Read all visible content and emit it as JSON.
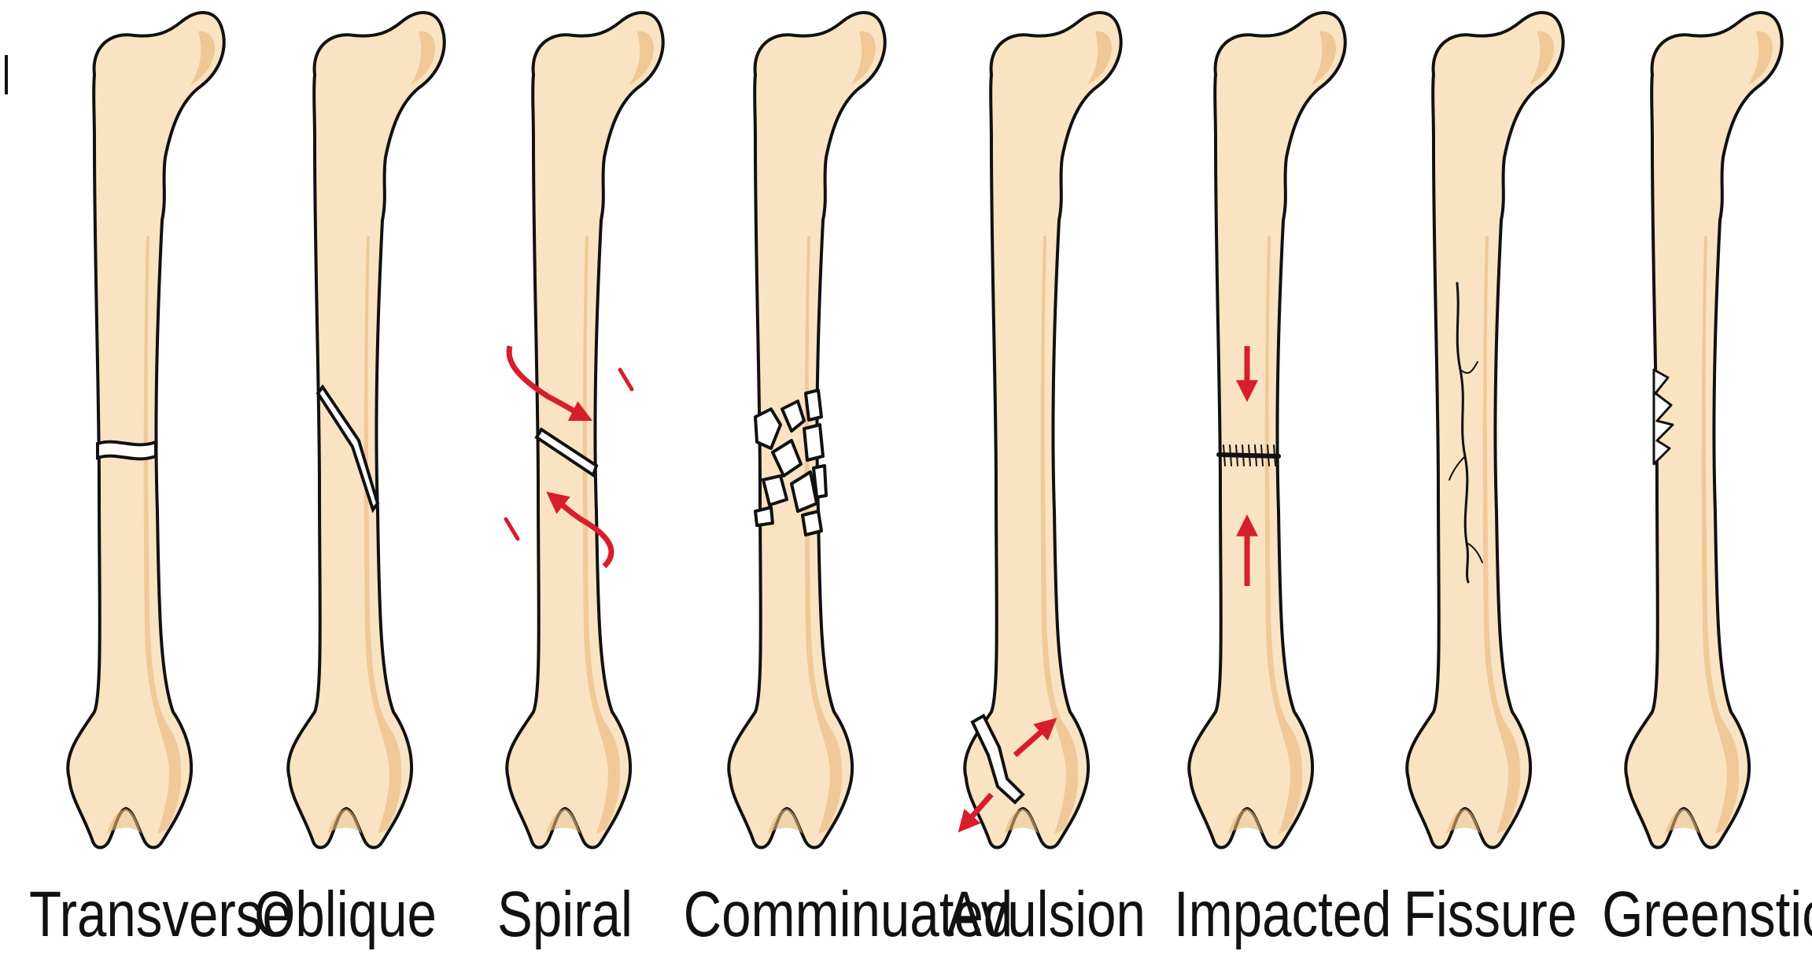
{
  "colors": {
    "bone_fill": "#fae3c2",
    "bone_shade": "#e8b577",
    "outline": "#111111",
    "arrow": "#d71e2b",
    "background": "#ffffff"
  },
  "fractures": [
    {
      "id": "transverse",
      "label": "Transverse"
    },
    {
      "id": "oblique",
      "label": "Oblique"
    },
    {
      "id": "spiral",
      "label": "Spiral"
    },
    {
      "id": "comminuated",
      "label": "Comminuated"
    },
    {
      "id": "avulsion",
      "label": "Avulsion"
    },
    {
      "id": "impacted",
      "label": "Impacted"
    },
    {
      "id": "fissure",
      "label": "Fissure"
    },
    {
      "id": "greenstick",
      "label": "Greenstick"
    }
  ]
}
